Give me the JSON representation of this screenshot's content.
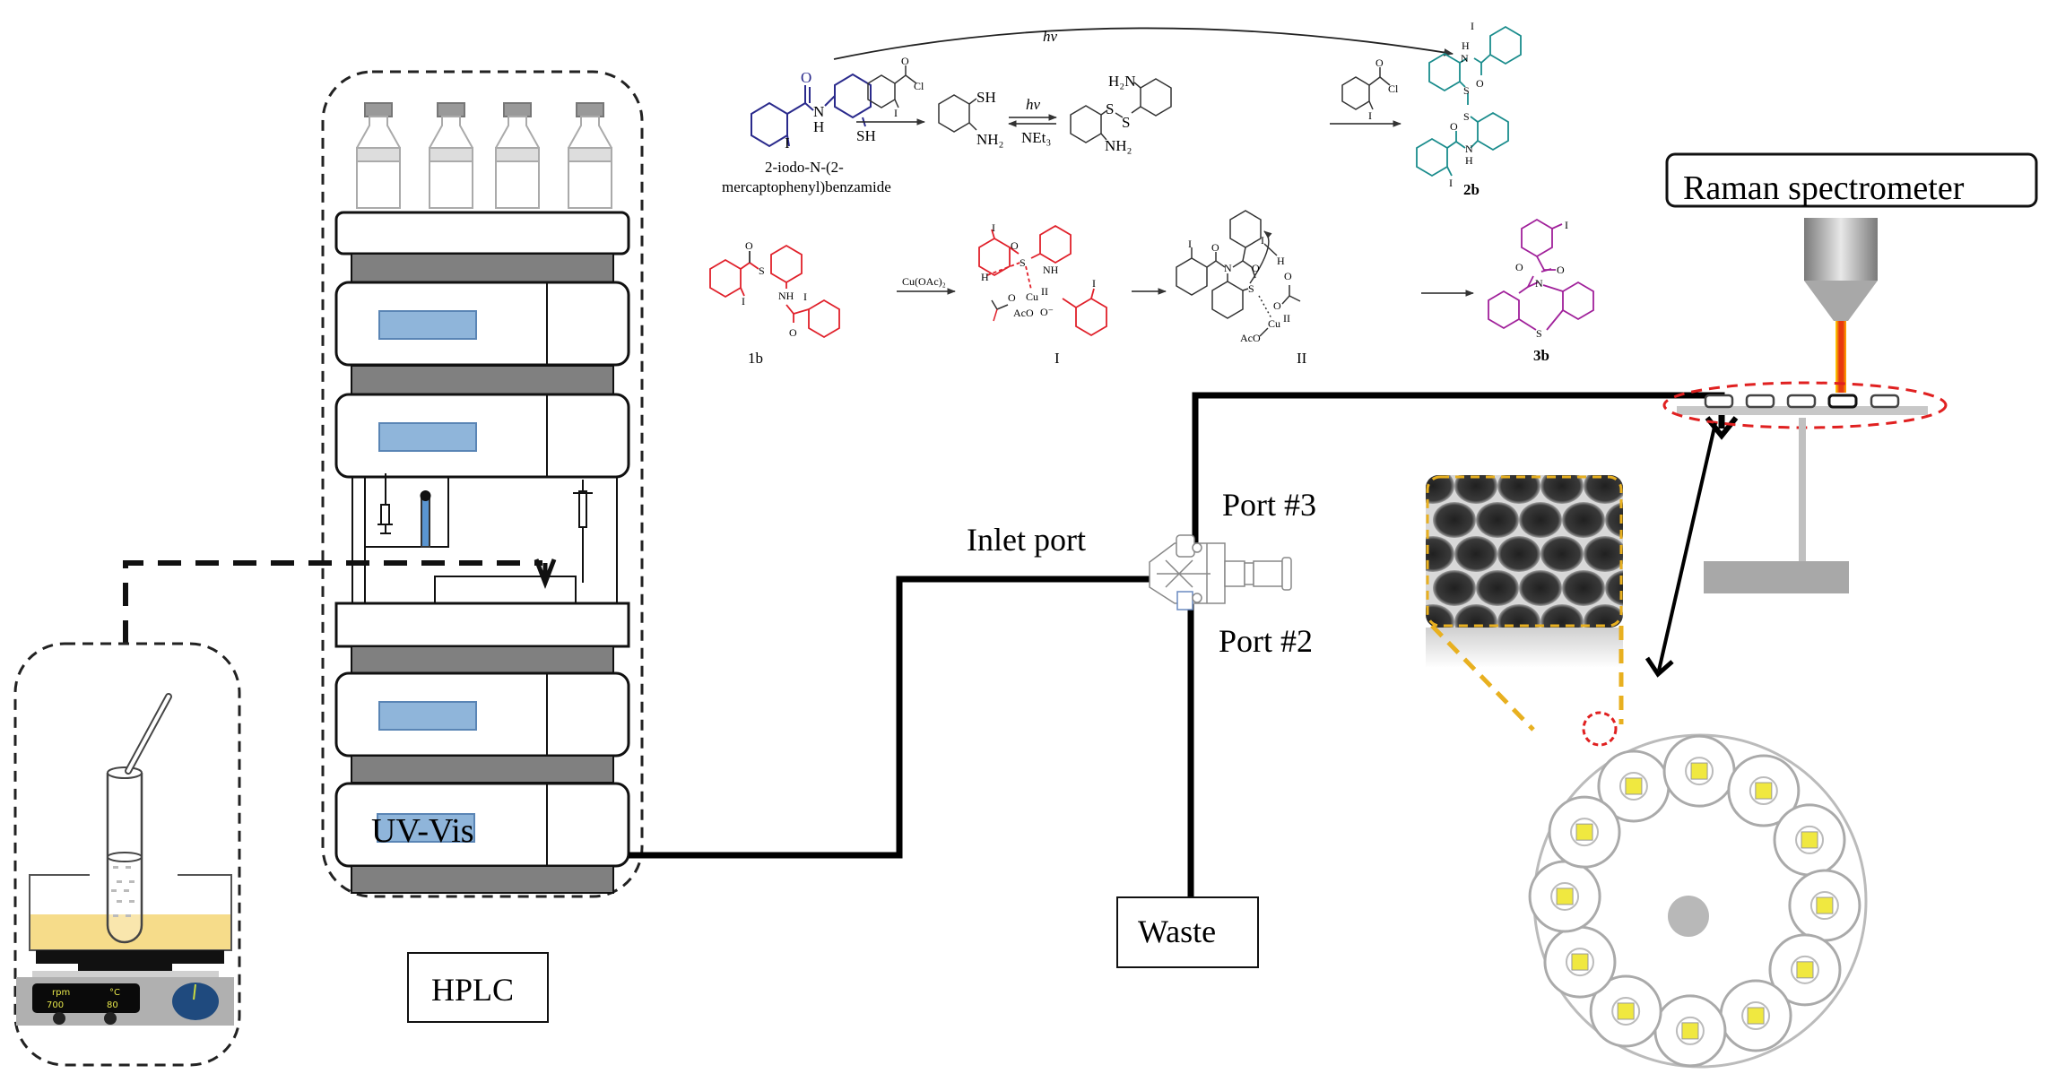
{
  "diagram": {
    "title_hidden": "",
    "colors": {
      "reactant_blue": "#2a2a8c",
      "product_teal": "#1a8c8c",
      "mechanism_red": "#e0202a",
      "product_purple": "#a0209a",
      "hplc_panel_blue": "#8fb5da",
      "hplc_band_gray": "#808080",
      "oil_bath_yellow": "#f6dc8a",
      "hotplate_gray": "#b0b0b0",
      "dial_blue": "#1f4a7e",
      "display_text": "#e6e64a",
      "laser_red": "#e83a10",
      "laser_yellow": "#ffe000",
      "highlight_red": "#e02020",
      "zoom_yellow": "#e8b020",
      "well_yellow": "#f0e840",
      "stage_gray": "#a8a8a8"
    },
    "labels": {
      "hplc": "HPLC",
      "uv_vis": "UV-Vis",
      "inlet_port": "Inlet port",
      "port3": "Port #3",
      "port2": "Port #2",
      "waste": "Waste",
      "raman": "Raman spectrometer"
    },
    "hotplate": {
      "unit_rpm": "rpm",
      "unit_temp": "°C",
      "value_rpm": "700",
      "value_temp": "80"
    },
    "scheme": {
      "top_arrow_label": "hν",
      "compound_a_name_line1": "2-iodo-N-(2-",
      "compound_a_name_line2": "mercaptophenyl)benzamide",
      "equilibrium_forward": "hν",
      "equilibrium_reverse": "NEt₃",
      "reagent": "Cu(OAc)₂",
      "labels": [
        "1b",
        "I",
        "II",
        "2b",
        "3b"
      ],
      "atoms": {
        "O": "O",
        "N": "N",
        "H": "H",
        "I": "I",
        "S": "S",
        "SH": "SH",
        "NH": "NH",
        "NH2": "NH₂",
        "H2N": "H₂N",
        "Cl": "Cl",
        "Cu": "Cu",
        "CuII": "II",
        "AcO": "AcO",
        "Ominus": "O⁻"
      }
    },
    "autosampler_wells": 12,
    "strip_wells": 5
  }
}
